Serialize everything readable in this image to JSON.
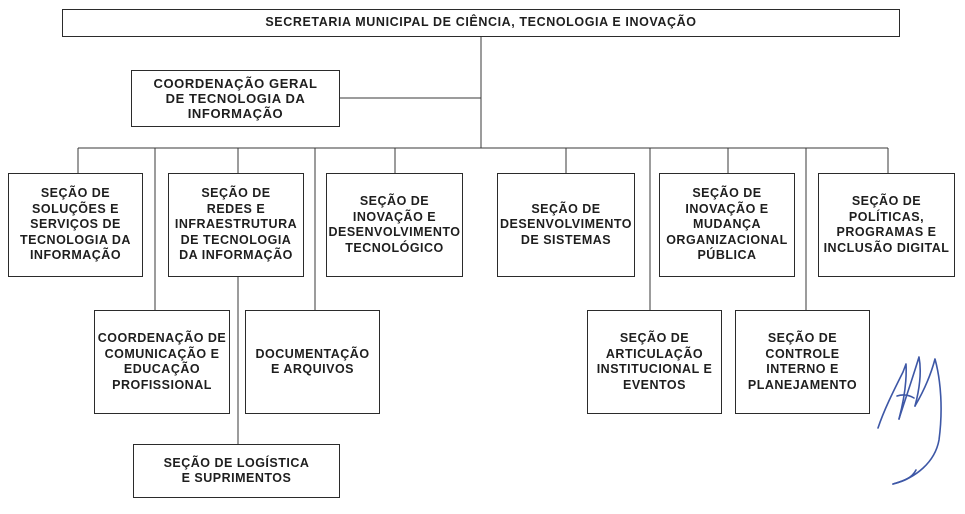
{
  "root": {
    "label": "SECRETARIA MUNICIPAL DE CIÊNCIA, TECNOLOGIA E INOVAÇÃO"
  },
  "coordenacao_geral": {
    "lines": [
      "COORDENAÇÃO GERAL",
      "DE TECNOLOGIA DA",
      "INFORMAÇÃO"
    ]
  },
  "secoes": [
    {
      "lines": [
        "SEÇÃO DE",
        "SOLUÇÕES E",
        "SERVIÇOS DE",
        "TECNOLOGIA DA",
        "INFORMAÇÃO"
      ]
    },
    {
      "lines": [
        "SEÇÃO DE",
        "REDES E",
        "INFRAESTRUTURA",
        "DE TECNOLOGIA",
        "DA INFORMAÇÃO"
      ]
    },
    {
      "lines": [
        "SEÇÃO DE",
        "INOVAÇÃO E",
        "DESENVOLVIMENTO",
        "TECNOLÓGICO"
      ]
    },
    {
      "lines": [
        "SEÇÃO DE",
        "DESENVOLVIMENTO",
        "DE SISTEMAS"
      ]
    },
    {
      "lines": [
        "SEÇÃO DE",
        "INOVAÇÃO E",
        "MUDANÇA",
        "ORGANIZACIONAL",
        "PÚBLICA"
      ]
    },
    {
      "lines": [
        "SEÇÃO DE",
        "POLÍTICAS,",
        "PROGRAMAS E",
        "INCLUSÃO DIGITAL"
      ]
    }
  ],
  "subordinadas": [
    {
      "lines": [
        "COORDENAÇÃO DE",
        "COMUNICAÇÃO E",
        "EDUCAÇÃO",
        "PROFISSIONAL"
      ]
    },
    {
      "lines": [
        "DOCUMENTAÇÃO",
        "E ARQUIVOS"
      ]
    },
    {
      "lines": [
        "SEÇÃO DE",
        "ARTICULAÇÃO",
        "INSTITUCIONAL E",
        "EVENTOS"
      ]
    },
    {
      "lines": [
        "SEÇÃO DE",
        "CONTROLE",
        "INTERNO E",
        "PLANEJAMENTO"
      ]
    }
  ],
  "logistica": {
    "lines": [
      "SEÇÃO DE LOGÍSTICA",
      "E SUPRIMENTOS"
    ]
  },
  "colors": {
    "ink": "#1e1e1e",
    "line": "#3a3a3a",
    "signature": "#3d57a6"
  }
}
